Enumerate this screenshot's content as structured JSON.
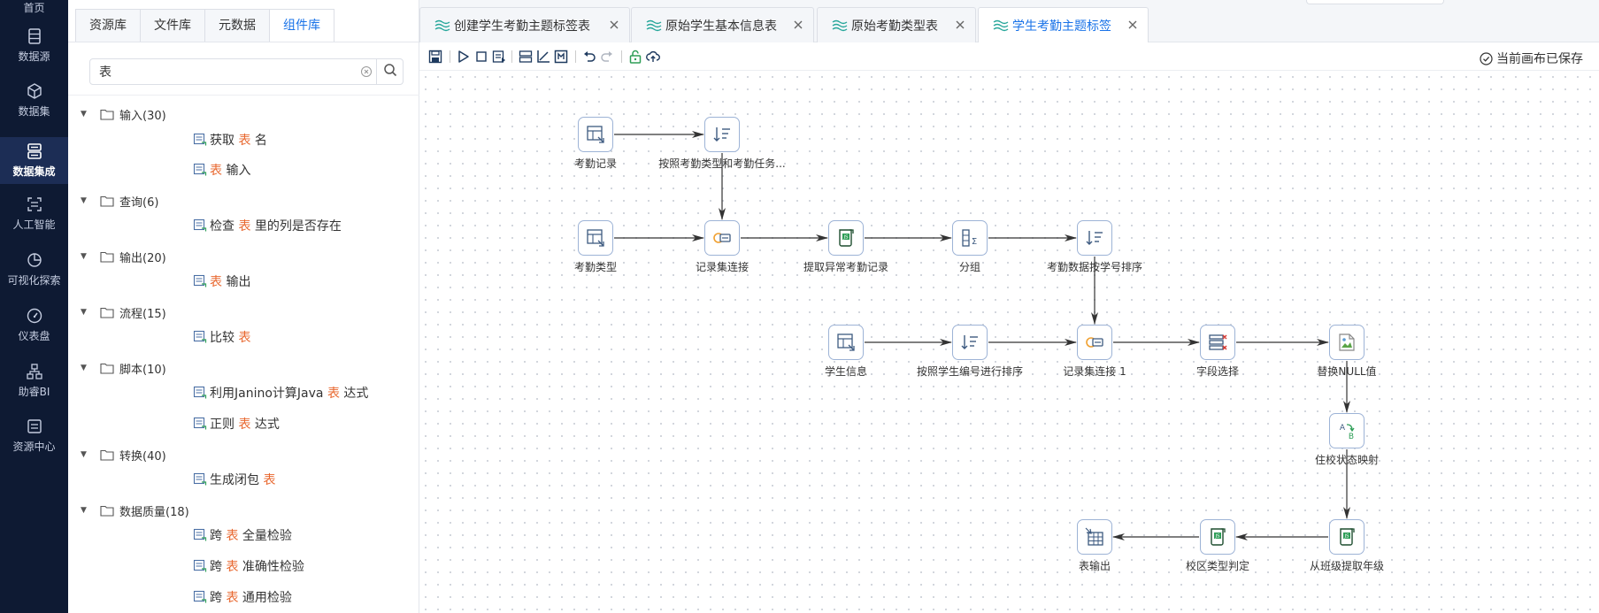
{
  "nav": {
    "top_label": "首页",
    "items": [
      {
        "label": "数据源",
        "icon": "database-icon"
      },
      {
        "label": "数据集",
        "icon": "cube-icon"
      },
      {
        "label": "数据集成",
        "icon": "server-stack-icon"
      },
      {
        "label": "人工智能",
        "icon": "ai-scan-icon"
      },
      {
        "label": "可视化探索",
        "icon": "pie-chart-icon"
      },
      {
        "label": "仪表盘",
        "icon": "gauge-icon"
      },
      {
        "label": "助睿BI",
        "icon": "hierarchy-icon"
      },
      {
        "label": "资源中心",
        "icon": "resource-icon"
      }
    ],
    "active": "数据集成"
  },
  "panel": {
    "tabs": [
      "资源库",
      "文件库",
      "元数据",
      "组件库"
    ],
    "active_tab": "组件库",
    "search": {
      "value": "表",
      "placeholder": ""
    },
    "tree": [
      {
        "label": "输入(30)",
        "children": [
          [
            "获取 ",
            "表",
            " 名"
          ],
          [
            "",
            "表",
            " 输入"
          ]
        ]
      },
      {
        "label": "查询(6)",
        "children": [
          [
            "检查 ",
            "表",
            " 里的列是否存在"
          ]
        ]
      },
      {
        "label": "输出(20)",
        "children": [
          [
            "",
            "表",
            " 输出"
          ]
        ]
      },
      {
        "label": "流程(15)",
        "children": [
          [
            "比较 ",
            "表",
            ""
          ]
        ]
      },
      {
        "label": "脚本(10)",
        "children": [
          [
            "利用Janino计算Java ",
            "表",
            " 达式"
          ],
          [
            "正则 ",
            "表",
            " 达式"
          ]
        ]
      },
      {
        "label": "转换(40)",
        "children": [
          [
            "生成闭包 ",
            "表",
            ""
          ]
        ]
      },
      {
        "label": "数据质量(18)",
        "children": [
          [
            "跨 ",
            "表",
            " 全量检验"
          ],
          [
            "跨 ",
            "表",
            " 准确性检验"
          ],
          [
            "跨 ",
            "表",
            " 通用检验"
          ]
        ]
      }
    ]
  },
  "editor_tabs": [
    {
      "label": "创建学生考勤主题标签表",
      "active": false
    },
    {
      "label": "原始学生基本信息表",
      "active": false
    },
    {
      "label": "原始考勤类型表",
      "active": false
    },
    {
      "label": "学生考勤主题标签",
      "active": true
    }
  ],
  "toolbar": {
    "icons": [
      "save-icon",
      "run-icon",
      "stop-icon",
      "debug-icon",
      "align-icon",
      "chart-axis-icon",
      "grid-layout-icon",
      "undo-icon",
      "redo-icon",
      "unlock-icon",
      "upload-cloud-icon"
    ],
    "status": "当前画布已保存"
  },
  "canvas": {
    "nodes": [
      {
        "id": "n1",
        "label": "考勤记录",
        "icon": "table-input-icon"
      },
      {
        "id": "n2",
        "label": "按照考勤类型和考勤任务...",
        "icon": "sort-icon"
      },
      {
        "id": "n3",
        "label": "考勤类型",
        "icon": "table-input-icon"
      },
      {
        "id": "n4",
        "label": "记录集连接",
        "icon": "join-icon"
      },
      {
        "id": "n5",
        "label": "提取异常考勤记录",
        "icon": "script-js-icon"
      },
      {
        "id": "n6",
        "label": "分组",
        "icon": "group-by-icon"
      },
      {
        "id": "n7",
        "label": "考勤数据按学号排序",
        "icon": "sort-icon"
      },
      {
        "id": "n8",
        "label": "学生信息",
        "icon": "table-input-icon"
      },
      {
        "id": "n9",
        "label": "按照学生编号进行排序",
        "icon": "sort-icon"
      },
      {
        "id": "n10",
        "label": "记录集连接 1",
        "icon": "join-icon"
      },
      {
        "id": "n11",
        "label": "字段选择",
        "icon": "field-select-icon"
      },
      {
        "id": "n12",
        "label": "替换NULL值",
        "icon": "broken-image-icon"
      },
      {
        "id": "n13",
        "label": "住校状态映射",
        "icon": "value-mapper-icon"
      },
      {
        "id": "n14",
        "label": "从班级提取年级",
        "icon": "script-js-icon"
      },
      {
        "id": "n15",
        "label": "校区类型判定",
        "icon": "script-js-icon"
      },
      {
        "id": "n16",
        "label": "表输出",
        "icon": "table-output-icon"
      }
    ],
    "edges": [
      [
        "n1",
        "n2"
      ],
      [
        "n2",
        "n4"
      ],
      [
        "n3",
        "n4"
      ],
      [
        "n4",
        "n5"
      ],
      [
        "n5",
        "n6"
      ],
      [
        "n6",
        "n7"
      ],
      [
        "n7",
        "n10"
      ],
      [
        "n8",
        "n9"
      ],
      [
        "n9",
        "n10"
      ],
      [
        "n10",
        "n11"
      ],
      [
        "n11",
        "n12"
      ],
      [
        "n12",
        "n13"
      ],
      [
        "n13",
        "n14"
      ],
      [
        "n14",
        "n15"
      ],
      [
        "n15",
        "n16"
      ]
    ]
  },
  "colors": {
    "nav_bg": "#0e1a33",
    "accent": "#1a73e8",
    "highlight": "#e8672e",
    "node_border": "#9db3d6"
  }
}
